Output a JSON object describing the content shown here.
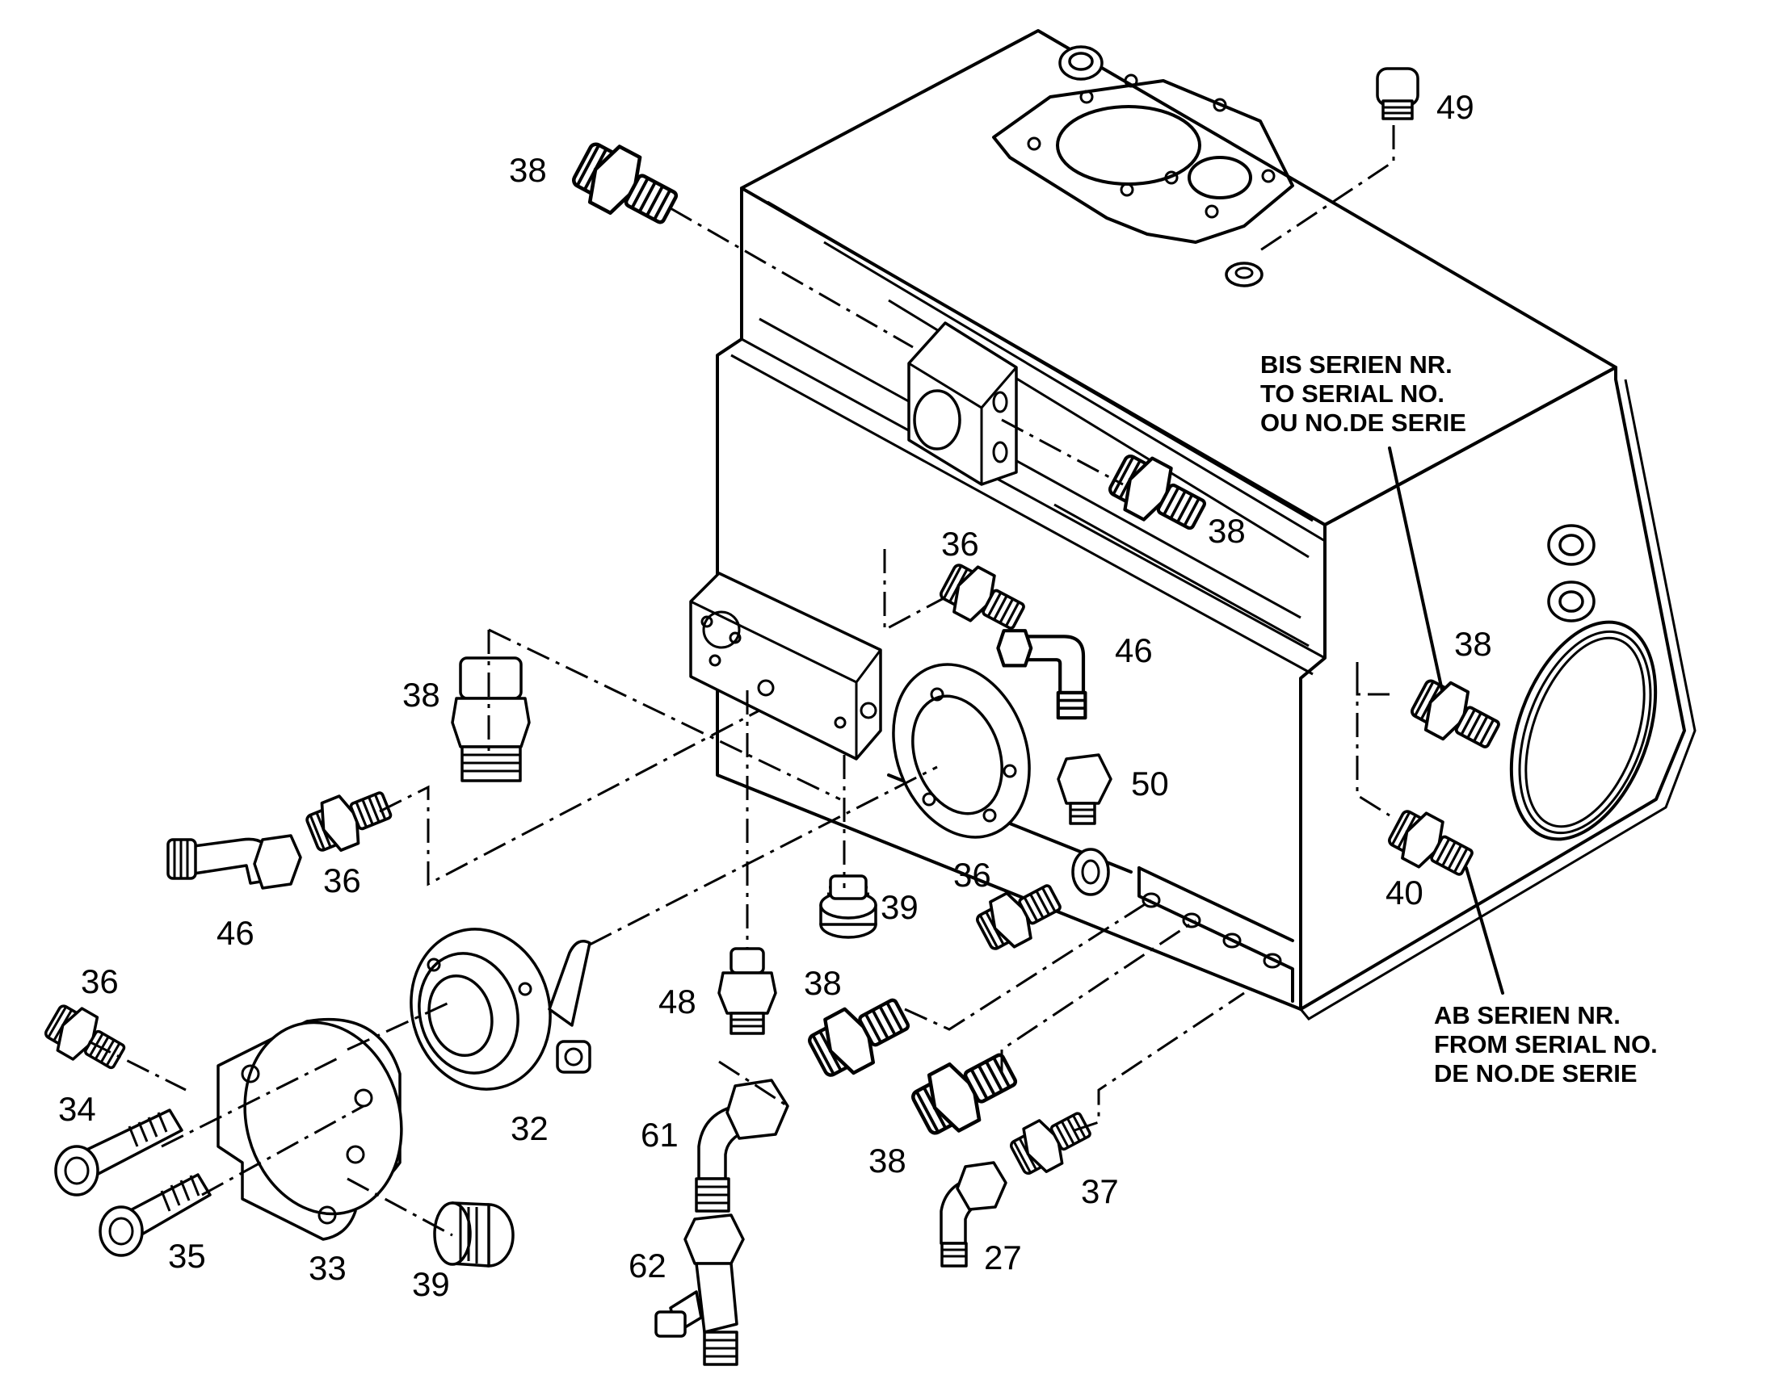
{
  "diagram": {
    "callouts": {
      "c49": "49",
      "c38_top": "38",
      "c38_block": "38",
      "c38_left": "38",
      "c38_right": "38",
      "c38_mid": "38",
      "c38_low": "38",
      "c36_a": "36",
      "c36_b": "36",
      "c36_c": "36",
      "c36_d": "36",
      "c46_a": "46",
      "c46_b": "46",
      "c50": "50",
      "c39_a": "39",
      "c39_b": "39",
      "c40": "40",
      "c48": "48",
      "c32": "32",
      "c33": "33",
      "c34": "34",
      "c35": "35",
      "c61": "61",
      "c62": "62",
      "c37": "37",
      "c27": "27"
    },
    "note_to_serial": [
      "BIS SERIEN NR.",
      "TO SERIAL NO.",
      "OU NO.DE SERIE"
    ],
    "note_from_serial": [
      "AB SERIEN NR.",
      "FROM SERIAL NO.",
      "DE NO.DE SERIE"
    ]
  }
}
